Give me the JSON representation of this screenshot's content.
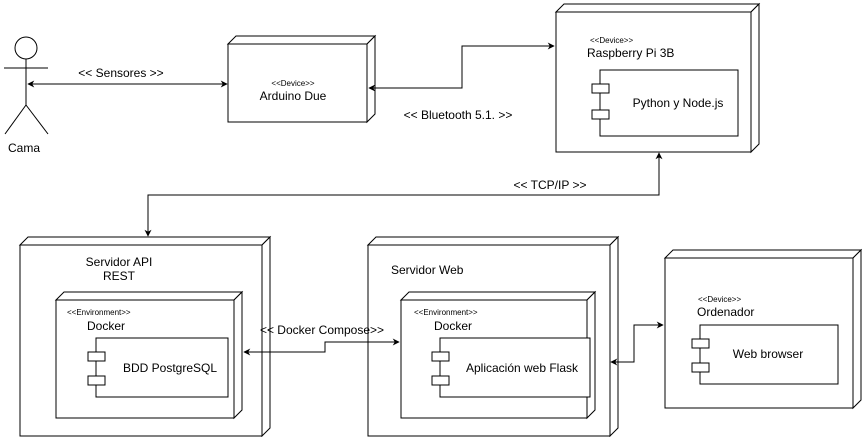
{
  "actor": {
    "label": "Cama"
  },
  "nodes": {
    "arduino": {
      "stereotype": "<<Device>>",
      "title": "Arduino Due"
    },
    "raspberry": {
      "stereotype": "<<Device>>",
      "title": "Raspberry Pi 3B",
      "component": "Python y Node.js"
    },
    "api": {
      "title_line1": "Servidor API",
      "title_line2": "REST",
      "env_stereotype": "<<Environment>>",
      "env_title": "Docker",
      "component": "BDD PostgreSQL"
    },
    "web": {
      "title": "Servidor Web",
      "env_stereotype": "<<Environment>>",
      "env_title": "Docker",
      "component": "Aplicación web Flask"
    },
    "ordenador": {
      "stereotype": "<<Device>>",
      "title": "Ordenador",
      "component": "Web browser"
    }
  },
  "connections": {
    "sensores": "<< Sensores >>",
    "bluetooth": "<< Bluetooth 5.1. >>",
    "tcpip": "<< TCP/IP >>",
    "docker_compose": "<< Docker Compose>>"
  }
}
